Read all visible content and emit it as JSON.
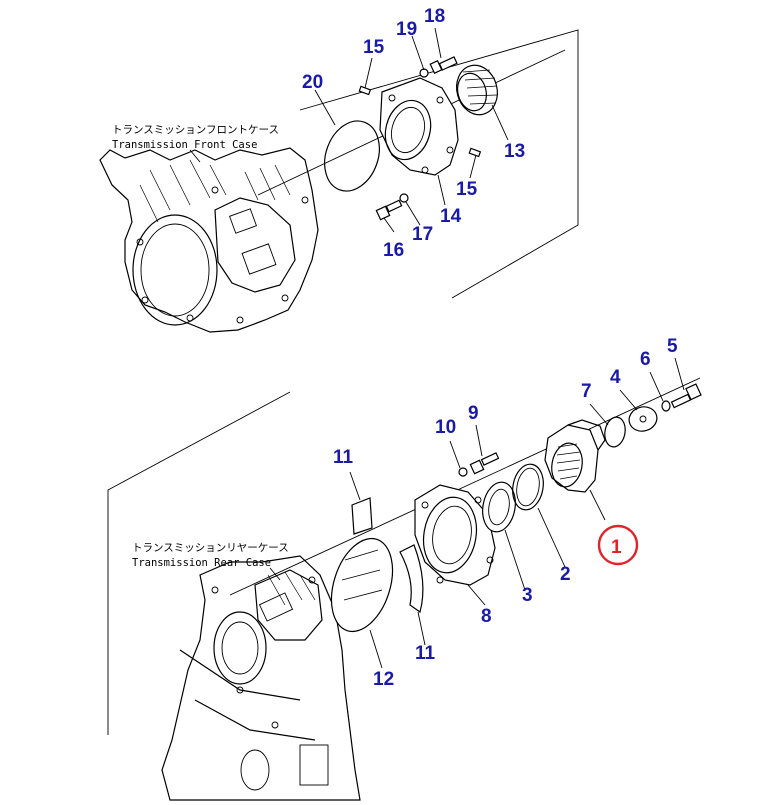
{
  "front_case": {
    "label_jp": "トランスミッションフロントケース",
    "label_en": "Transmission Front Case"
  },
  "rear_case": {
    "label_jp": "トランスミッションリヤーケース",
    "label_en": "Transmission Rear Case"
  },
  "callouts": [
    {
      "id": "c20",
      "label": "20"
    },
    {
      "id": "c15a",
      "label": "15"
    },
    {
      "id": "c19",
      "label": "19"
    },
    {
      "id": "c18",
      "label": "18"
    },
    {
      "id": "c13",
      "label": "13"
    },
    {
      "id": "c15b",
      "label": "15"
    },
    {
      "id": "c14",
      "label": "14"
    },
    {
      "id": "c17",
      "label": "17"
    },
    {
      "id": "c16",
      "label": "16"
    },
    {
      "id": "c5",
      "label": "5"
    },
    {
      "id": "c6",
      "label": "6"
    },
    {
      "id": "c4",
      "label": "4"
    },
    {
      "id": "c7",
      "label": "7"
    },
    {
      "id": "c10",
      "label": "10"
    },
    {
      "id": "c9",
      "label": "9"
    },
    {
      "id": "c11a",
      "label": "11"
    },
    {
      "id": "c2",
      "label": "2"
    },
    {
      "id": "c3",
      "label": "3"
    },
    {
      "id": "c8",
      "label": "8"
    },
    {
      "id": "c11b",
      "label": "11"
    },
    {
      "id": "c12",
      "label": "12"
    }
  ],
  "highlighted": {
    "label": "1",
    "color": "#e0242a"
  },
  "colors": {
    "callout": "#1a1aa8",
    "highlight": "#e0242a",
    "line": "#000000"
  }
}
